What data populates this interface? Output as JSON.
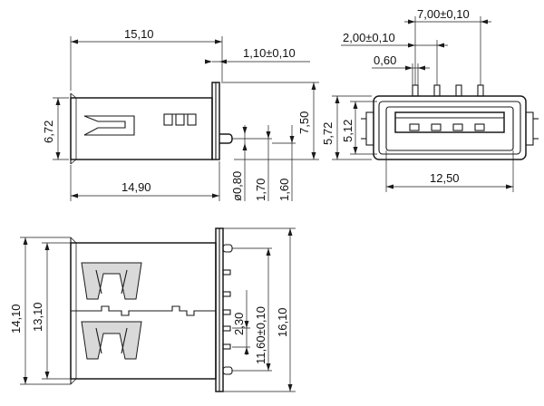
{
  "dimensions": {
    "side_view": {
      "overall_length": "15,10",
      "flange_thickness": "1,10±0,10",
      "body_height": "6,72",
      "total_height": "7,50",
      "body_length": "14,90",
      "pin_diameter": "ø0,80",
      "pin_offset_a": "1,70",
      "pin_offset_b": "1,60"
    },
    "front_view": {
      "pin_span": "7,00±0,10",
      "pin_pitch": "2,00±0,10",
      "pin_width": "0,60",
      "outer_height": "5,72",
      "inner_height": "5,12",
      "width": "12,50"
    },
    "top_view": {
      "outer_width": "14,10",
      "inner_width": "13,10",
      "pin_gap": "2,30",
      "mount_spacing": "11,60±0,10",
      "overall_width": "16,10"
    }
  },
  "colors": {
    "line": "#1a1a1a",
    "shade": "#d9d9d9",
    "background": "#ffffff"
  }
}
